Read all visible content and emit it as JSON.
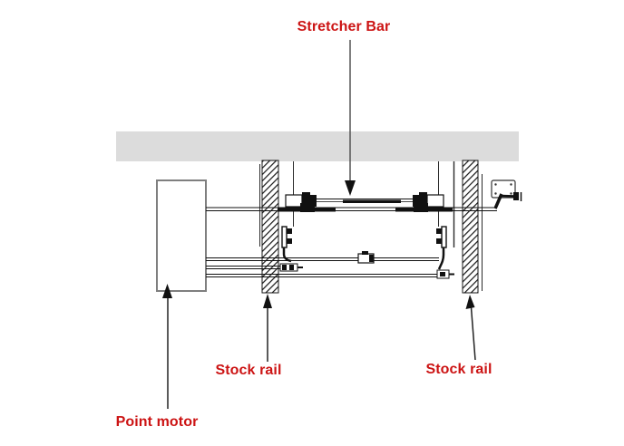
{
  "figure": {
    "labels": {
      "stretcher_bar": "Stretcher Bar",
      "stock_rail_left": "Stock rail",
      "stock_rail_right": "Stock rail",
      "point_motor": "Point motor"
    },
    "colors": {
      "label_text": "#CC1414",
      "sleeper_band": "#DCDCDC",
      "drawing_line": "#111111",
      "motor_outline": "#7F7F7F"
    }
  }
}
